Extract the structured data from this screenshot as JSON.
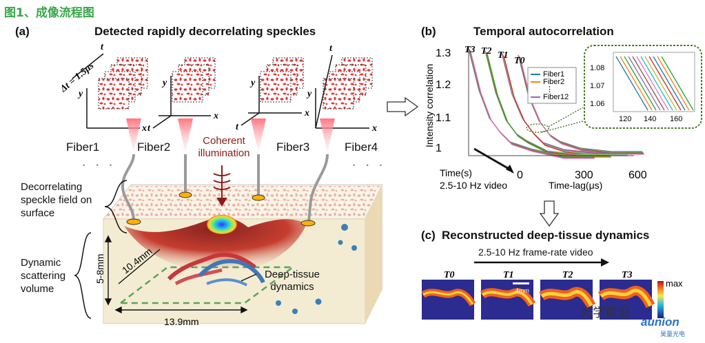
{
  "figure_title": "图1、成像流程图",
  "panel_a": {
    "label": "(a)",
    "title": "Detected rapidly decorrelating speckles",
    "dt_label": "Δt = 1.5μs",
    "axis_t": "t",
    "axis_x": "x",
    "axis_y": "y",
    "fibers": [
      "Fiber1",
      "Fiber2",
      "Fiber3",
      "Fiber4"
    ],
    "ellipsis": "· · ·",
    "illumination": "Coherent illumination",
    "surface_label": "Decorrelating speckle field on surface",
    "volume_label": "Dynamic scattering volume",
    "depth_label": "5-8mm",
    "width_label": "13.9mm",
    "diag_label": "10.4mm",
    "dynamics_label": "Deep-tissue dynamics"
  },
  "panel_b": {
    "label": "(b)",
    "title": "Temporal autocorrelation",
    "ylabel": "Intensity correlation",
    "xlabel": "Time-lag(μs)",
    "zlabel": "Time(s)",
    "video_label": "2.5-10 Hz video",
    "yticks": [
      "1.3",
      "1.2",
      "1.1",
      "1"
    ],
    "xticks": [
      "0",
      "300",
      "600"
    ],
    "time_markers": [
      "T3",
      "T2",
      "T1",
      "T0"
    ],
    "legend": [
      "Fiber1",
      "Fiber2",
      "⋮",
      "Fiber12"
    ],
    "inset_yticks": [
      "1.08",
      "1.07",
      "1.06"
    ],
    "inset_xticks": [
      "120",
      "140",
      "160"
    ]
  },
  "panel_c": {
    "label": "(c)",
    "title": "Reconstructed deep-tissue dynamics",
    "arrow_label": "2.5-10 Hz frame-rate video",
    "frames": [
      "T0",
      "T1",
      "T2",
      "T3"
    ],
    "scale_bar": "4mm",
    "colorbar_max": "max"
  },
  "watermark": {
    "text": "光学前沿",
    "brand": "aunion",
    "brand_sub": "昊量光电"
  },
  "colors": {
    "title_green": "#3aa64a",
    "speckle_red": "#e03a3a",
    "tissue": "#f3ecd3",
    "series": [
      "#1f77b4",
      "#ff7f0e",
      "#2ca02c",
      "#9467bd",
      "#8c564b",
      "#e377c2",
      "#17becf",
      "#bcbd22",
      "#d62728"
    ]
  },
  "chart_data": {
    "type": "line",
    "title": "Temporal autocorrelation",
    "xlabel": "Time-lag(μs)",
    "ylabel": "Intensity correlation",
    "xlim": [
      0,
      600
    ],
    "ylim": [
      1,
      1.3
    ],
    "series": [
      {
        "name": "T0",
        "x": [
          0,
          50,
          100,
          150,
          200,
          300,
          450,
          600
        ],
        "values": [
          1.28,
          1.16,
          1.09,
          1.05,
          1.03,
          1.01,
          1.0,
          1.0
        ]
      },
      {
        "name": "T1",
        "x": [
          0,
          50,
          100,
          150,
          200,
          300,
          450,
          600
        ],
        "values": [
          1.29,
          1.17,
          1.1,
          1.06,
          1.03,
          1.01,
          1.0,
          1.0
        ]
      },
      {
        "name": "T2",
        "x": [
          0,
          50,
          100,
          150,
          200,
          300,
          450,
          600
        ],
        "values": [
          1.3,
          1.18,
          1.1,
          1.06,
          1.04,
          1.01,
          1.0,
          1.0
        ]
      },
      {
        "name": "T3",
        "x": [
          0,
          50,
          100,
          150,
          200,
          300,
          450,
          600
        ],
        "values": [
          1.31,
          1.19,
          1.11,
          1.07,
          1.04,
          1.02,
          1.0,
          1.0
        ]
      }
    ]
  }
}
